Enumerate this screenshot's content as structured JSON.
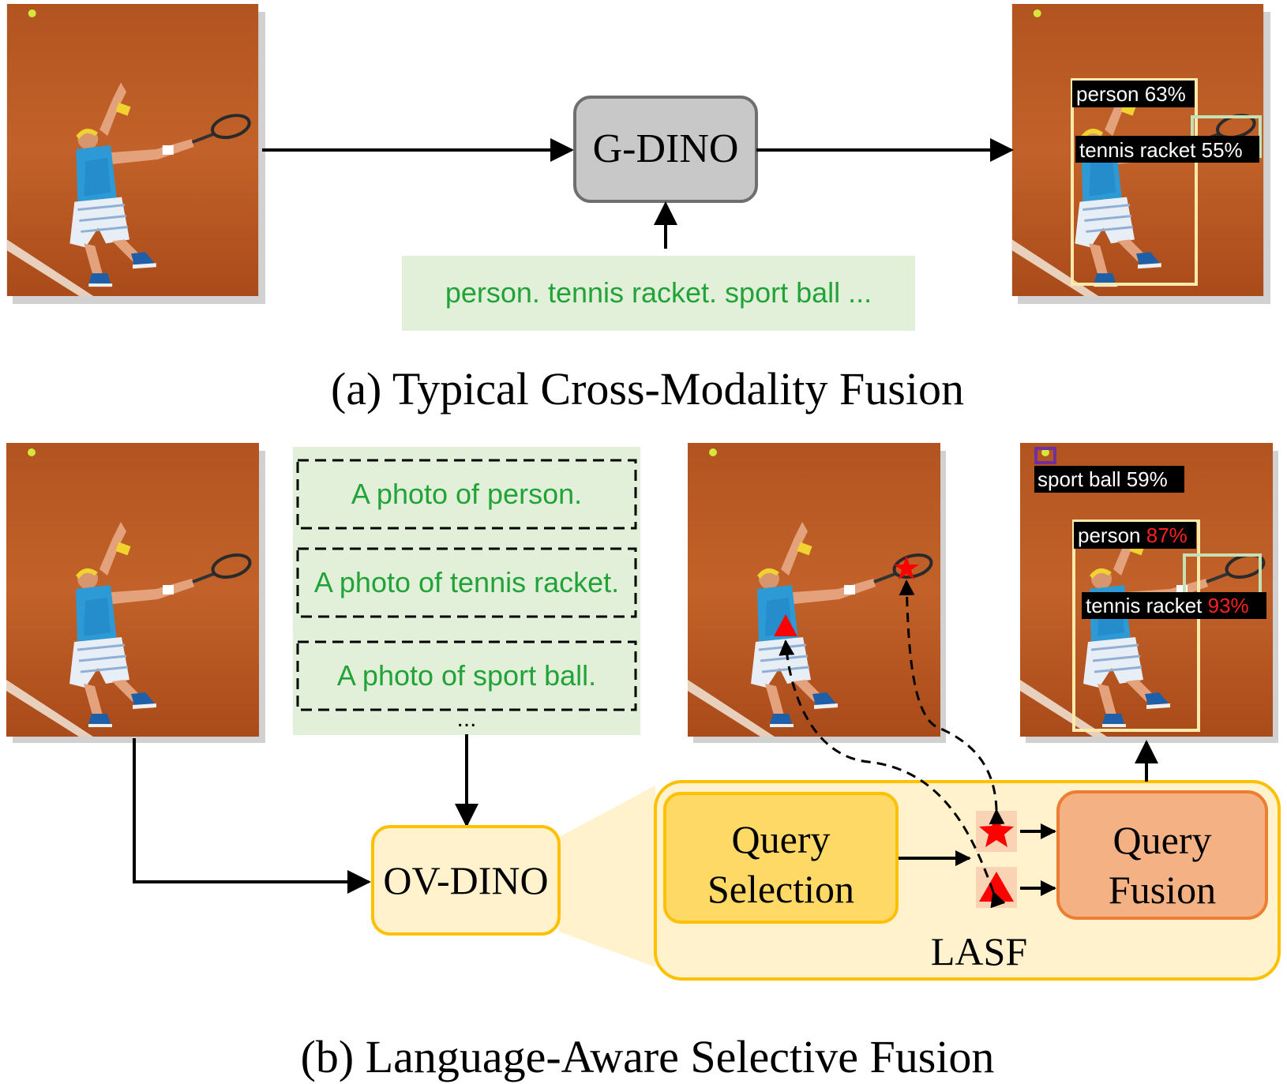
{
  "top": {
    "model_label": "G-DINO",
    "prompt_text": "person. tennis racket. sport ball ...",
    "caption": "(a) Typical Cross-Modality Fusion",
    "detections": [
      {
        "label": "person 63%"
      },
      {
        "label": "tennis racket 55%"
      }
    ]
  },
  "bottom": {
    "prompts": [
      "A photo of person.",
      "A photo of tennis racket.",
      "A photo of sport ball."
    ],
    "ellipsis": "...",
    "model_label": "OV-DINO",
    "query_selection_line1": "Query",
    "query_selection_line2": "Selection",
    "query_fusion_line1": "Query",
    "query_fusion_line2": "Fusion",
    "lasf_label": "LASF",
    "caption": "(b) Language-Aware Selective Fusion",
    "detections": [
      {
        "name": "sport ball 59%"
      },
      {
        "name": "person ",
        "score": "87%"
      },
      {
        "name": "tennis racket ",
        "score": "93%"
      }
    ]
  },
  "colors": {
    "court": "#b8561f",
    "prompt_bg": "#e2f0d9",
    "prompt_text": "#22a33a",
    "gdino_fill": "#c8c8c8",
    "ovdino_fill": "#fff2cc",
    "ovdino_border": "#ffc000",
    "qs_fill": "#ffd966",
    "qf_fill": "#f4b183",
    "qf_border": "#ed7d31",
    "marker_red": "#ff0000",
    "score_red": "#ff2020",
    "box_person": "#fde9a9",
    "box_racket": "#c5e0b4",
    "box_ball": "#7030a0"
  }
}
